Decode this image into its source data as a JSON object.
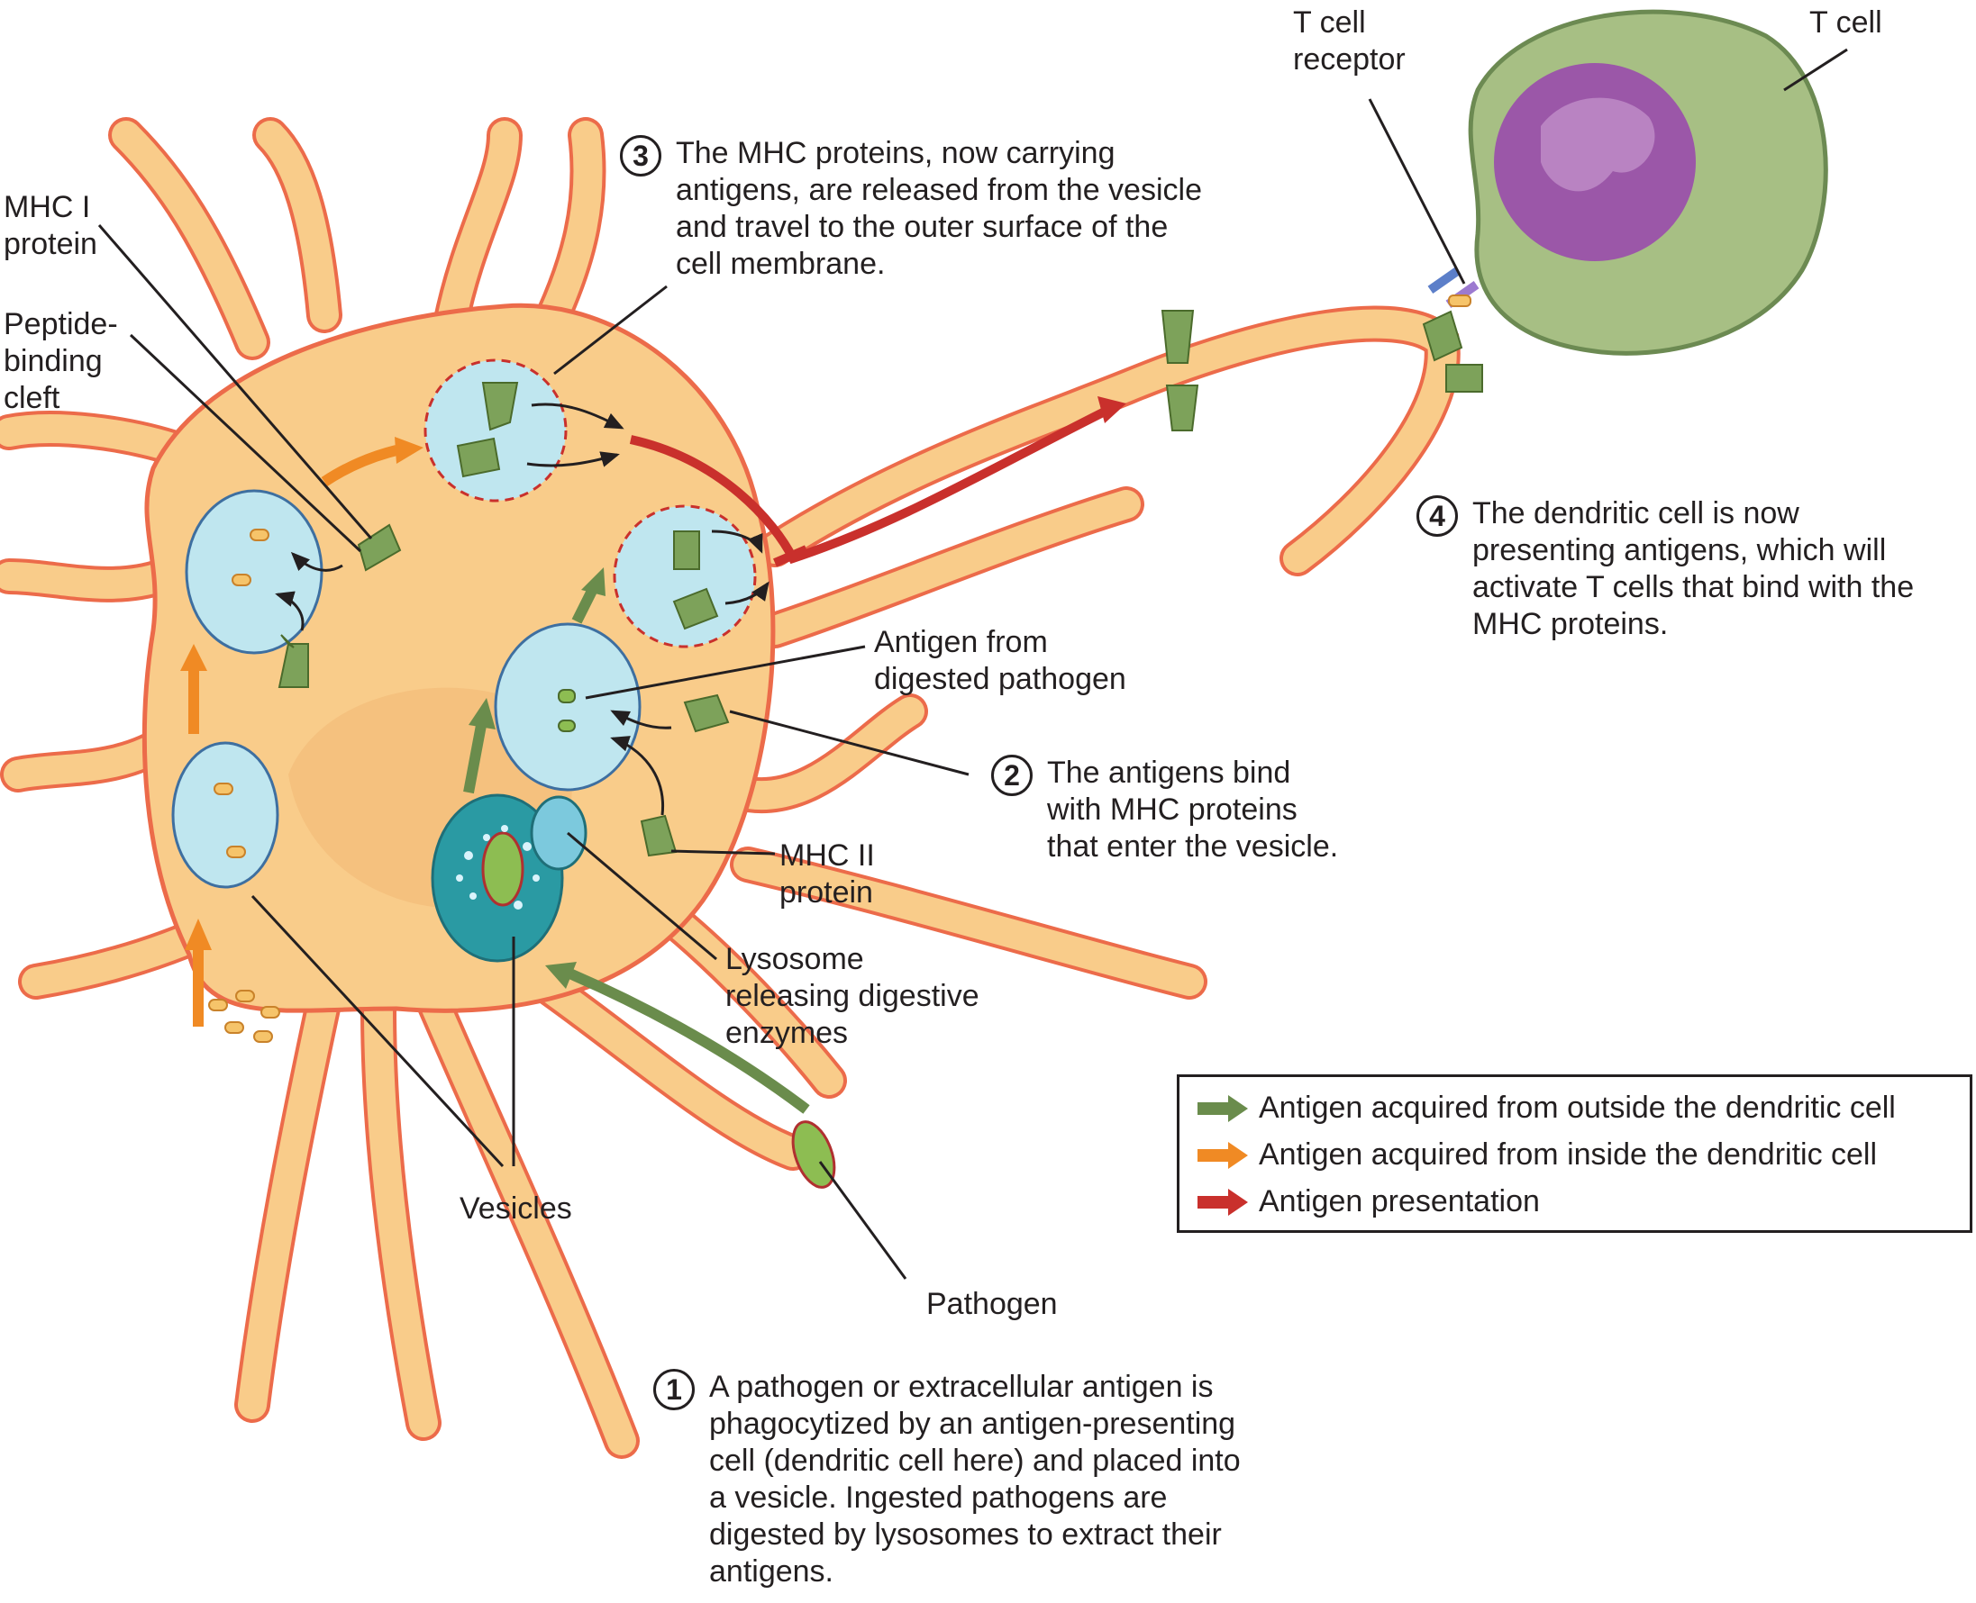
{
  "labels": {
    "mhc1": "MHC I\nprotein",
    "peptide": "Peptide-\nbinding\ncleft",
    "tcell_receptor": "T cell\nreceptor",
    "tcell": "T cell",
    "antigen_from": "Antigen from\ndigested pathogen",
    "mhc2": "MHC II\nprotein",
    "lysosome": "Lysosome\nreleasing digestive\nenzymes",
    "vesicles": "Vesicles",
    "pathogen": "Pathogen"
  },
  "steps": [
    {
      "num": "1",
      "text": "A pathogen or extracellular antigen is\nphagocytized by an antigen-presenting\ncell (dendritic cell here) and placed into\na vesicle. Ingested pathogens are\ndigested by lysosomes to extract their\nantigens."
    },
    {
      "num": "2",
      "text": "The antigens bind\nwith MHC proteins\nthat enter the vesicle."
    },
    {
      "num": "3",
      "text": "The MHC proteins, now carrying\nantigens, are released from the vesicle\nand travel to the outer surface of the\ncell membrane."
    },
    {
      "num": "4",
      "text": "The dendritic cell is now\npresenting antigens, which will\nactivate T cells that bind with the\nMHC proteins."
    }
  ],
  "legend": [
    {
      "label": "Antigen acquired from outside the dendritic cell",
      "color": "#6a8c4c"
    },
    {
      "label": "Antigen acquired from inside the dendritic cell",
      "color": "#f08a24"
    },
    {
      "label": "Antigen presentation",
      "color": "#c9302c"
    }
  ],
  "colors": {
    "cell_fill": "#f9cc8a",
    "cell_stroke": "#ec6b4a",
    "vesicle_fill": "#bfe6ef",
    "tcell_fill": "#a7bf84",
    "nucleus": "#9b57a8",
    "mhc": "#7da25a",
    "lysosome": "#2a9aa3"
  }
}
